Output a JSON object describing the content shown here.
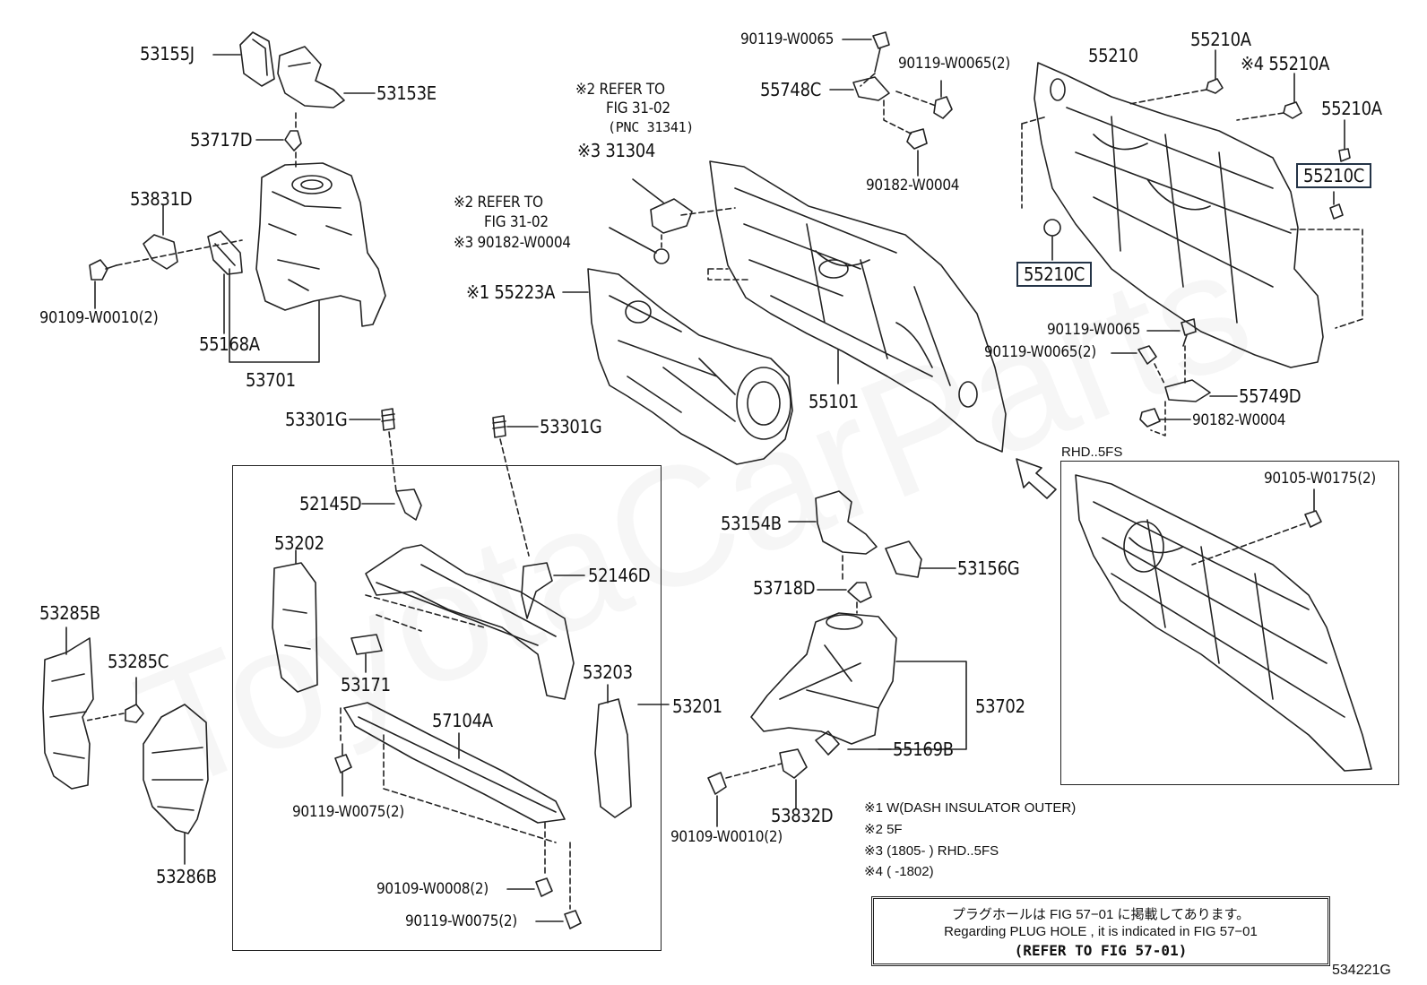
{
  "labels": {
    "p53155J": "53155J",
    "p53153E": "53153E",
    "p53717D": "53717D",
    "p53831D": "53831D",
    "p90109_W0010_2_left": "90109-W0010(2)",
    "p55168A": "55168A",
    "p53701": "53701",
    "ref2_a_line1": "※2 REFER TO",
    "ref2_a_line2": "FIG 31-02",
    "ref2_a_line3": "(PNC 31341)",
    "p31304": "※3 31304",
    "ref2_b_line1": "※2 REFER TO",
    "ref2_b_line2": "FIG 31-02",
    "p90182_W0004_mid": "※3 90182-W0004",
    "p55223A": "※1 55223A",
    "p90119_W0065_top": "90119-W0065",
    "p55748C": "55748C",
    "p90119_W0065_2_top": "90119-W0065(2)",
    "p90182_W0004_top": "90182-W0004",
    "p55101": "55101",
    "p55210": "55210",
    "p55210A_1": "55210A",
    "p55210A_2": "※4 55210A",
    "p55210A_3": "55210A",
    "p55210C_right": "55210C",
    "p55210C_left": "55210C",
    "p90119_W0065_right": "90119-W0065",
    "p90119_W0065_2_right": "90119-W0065(2)",
    "p55749D": "55749D",
    "p90182_W0004_right": "90182-W0004",
    "rhd_title": "RHD..5FS",
    "p90105_W0175_2": "90105-W0175(2)",
    "p53301G_left": "53301G",
    "p53301G_right": "53301G",
    "p52145D": "52145D",
    "p53202": "53202",
    "p52146D": "52146D",
    "p53171": "53171",
    "p57104A": "57104A",
    "p53203": "53203",
    "p53201": "53201",
    "p90119_W0075_2_a": "90119-W0075(2)",
    "p90109_W0008_2": "90109-W0008(2)",
    "p90119_W0075_2_b": "90119-W0075(2)",
    "p53285B": "53285B",
    "p53285C": "53285C",
    "p53286B": "53286B",
    "p53154B": "53154B",
    "p53156G": "53156G",
    "p53718D": "53718D",
    "p53702": "53702",
    "p55169B": "55169B",
    "p53832D": "53832D",
    "p90109_W0010_2_bottom": "90109-W0010(2)"
  },
  "notes": {
    "n1": "※1 W(DASH INSULATOR OUTER)",
    "n2": "※2 5F",
    "n3": "※3 (1805-        ) RHD..5FS",
    "n4": "※4 (        -1802)"
  },
  "reference_box": {
    "jp": "プラグホールは FIG 57−01 に掲載してあります。",
    "en": "Regarding  PLUG  HOLE , it is indicated in FIG  57−01",
    "refer": "(REFER TO FIG 57-01)"
  },
  "figure_code": "534221G",
  "watermark": "ToyotaCarParts",
  "colors": {
    "line": "#222222",
    "highlight_border": "#243447"
  }
}
